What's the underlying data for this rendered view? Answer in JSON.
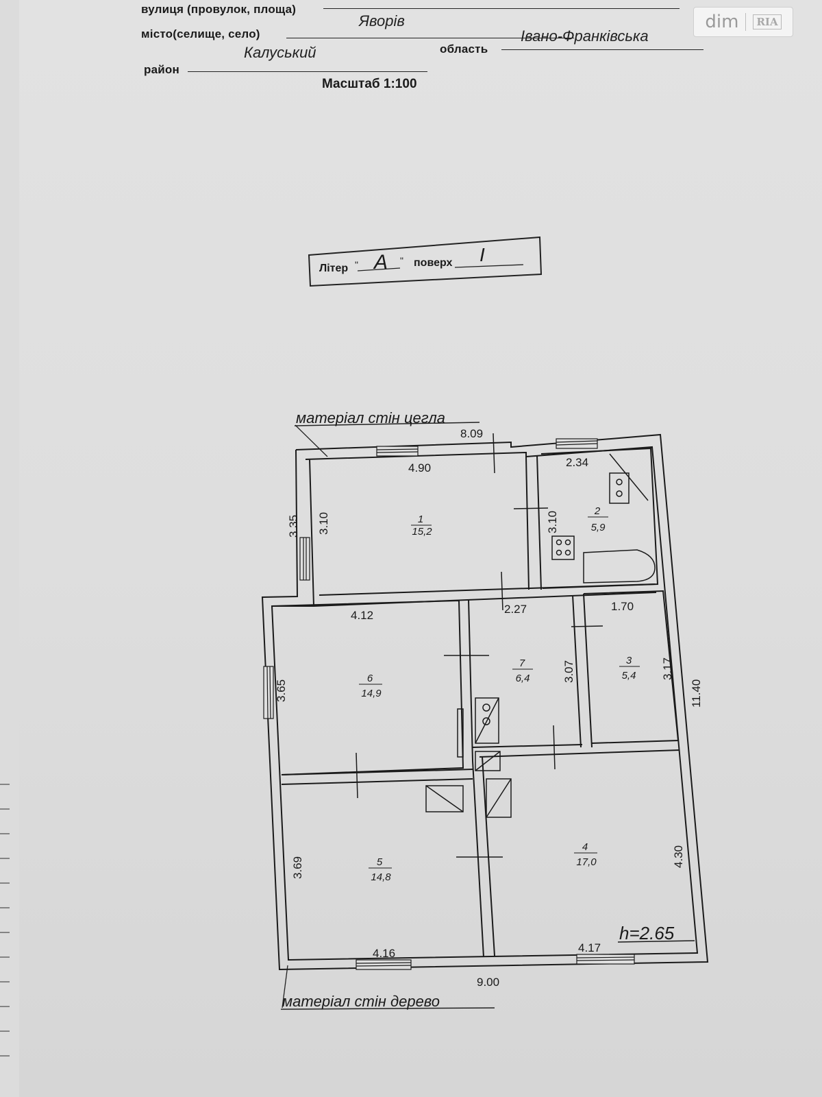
{
  "logo": {
    "text": "dim",
    "mark": "RIA"
  },
  "header": {
    "street_label": "вулиця (провулок, площа)",
    "city_label": "місто(селище, село)",
    "city_value": "Яворів",
    "district_label": "район",
    "district_value": "Калуський",
    "region_label": "область",
    "region_value": "Івано-Франківська",
    "scale": "Масштаб  1:100"
  },
  "stamp": {
    "liter_label": "Літер",
    "liter_value": "А",
    "floor_label": "поверх",
    "floor_value": "I"
  },
  "plan": {
    "wall_material_top": "матеріал стін цегла",
    "wall_material_bottom": "матеріал стін дерево",
    "height": "h=2.65",
    "dimensions": {
      "top_total": "8.09",
      "bottom_total": "9.00",
      "right_total": "11.40",
      "left_upper": "3.35",
      "room1_width": "4.90",
      "room1_height": "3.10",
      "room2_width": "2.34",
      "room2_height": "3.10",
      "room6_width": "4.12",
      "room6_height": "3.65",
      "room7_width": "2.27",
      "room7_height": "3.07",
      "room3_width": "1.70",
      "room3_height": "3.17",
      "room5_width": "4.16",
      "room5_height": "3.69",
      "room4_width": "4.17",
      "room4_height": "4.30"
    },
    "rooms": [
      {
        "number": "1",
        "area": "15,2"
      },
      {
        "number": "2",
        "area": "5,9"
      },
      {
        "number": "3",
        "area": "5,4"
      },
      {
        "number": "4",
        "area": "17,0"
      },
      {
        "number": "5",
        "area": "14,8"
      },
      {
        "number": "6",
        "area": "14,9"
      },
      {
        "number": "7",
        "area": "6,4"
      }
    ]
  }
}
